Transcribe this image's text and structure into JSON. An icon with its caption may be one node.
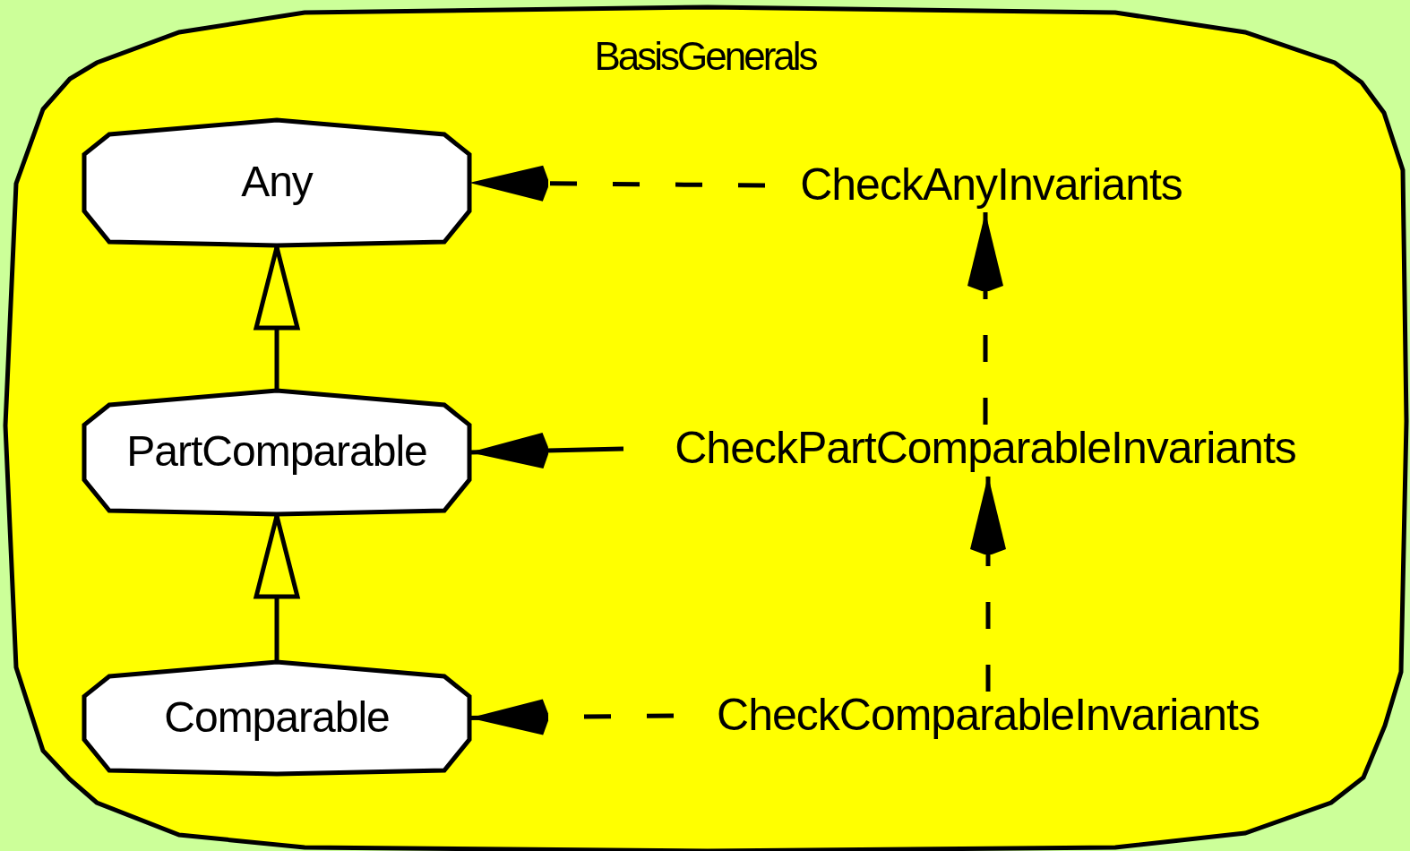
{
  "diagram": {
    "nodes": [
      {
        "text": [
          "BasisGenerals"
        ]
      },
      {
        "text": [
          "Any"
        ],
        "in": 0
      },
      {
        "text": [
          "PartComparable"
        ],
        "in": 0
      },
      {
        "text": [
          "Comparable"
        ],
        "in": 0
      },
      {
        "text": [
          "CheckAnyInvariants"
        ],
        "in": 0
      },
      {
        "text": [
          "CheckPartComparableInvariants"
        ],
        "in": 0
      },
      {
        "text": [
          "CheckComparableInvariants"
        ],
        "in": 0
      }
    ],
    "edges": [
      {
        "from": 2,
        "to": 1,
        "arrow": "to"
      },
      {
        "from": 3,
        "to": 2,
        "arrow": "to"
      },
      {
        "from": 4,
        "to": 1,
        "arrow": "to",
        "style": "dashed"
      },
      {
        "from": 5,
        "to": 2,
        "arrow": "to"
      },
      {
        "from": 6,
        "to": 3,
        "arrow": "to",
        "style": "dashed"
      },
      {
        "from": 5,
        "to": 4,
        "arrow": "to",
        "style": "dashed"
      },
      {
        "from": 6,
        "to": 5,
        "arrow": "to",
        "style": "dashed"
      }
    ]
  }
}
